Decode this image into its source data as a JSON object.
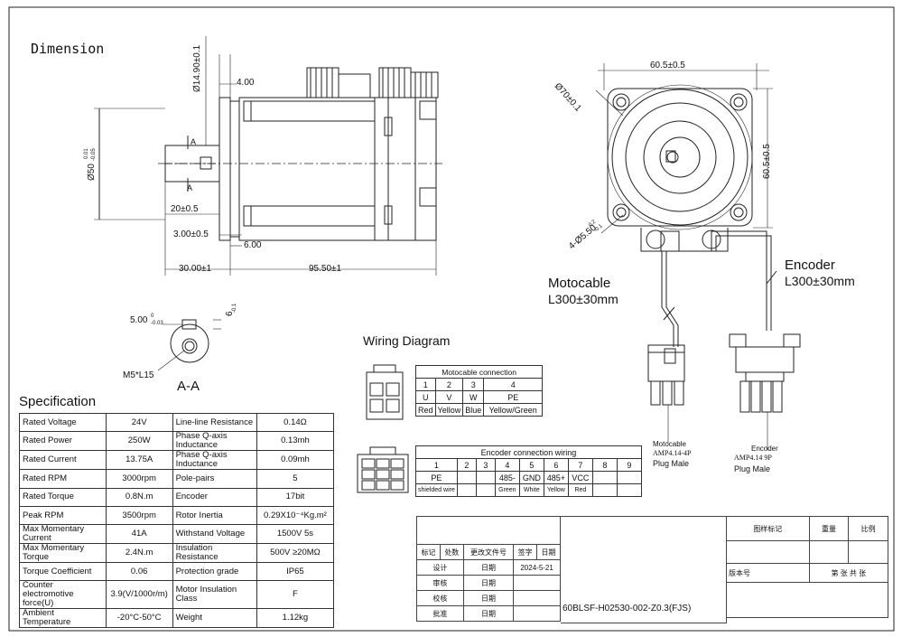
{
  "title": "Dimension",
  "dims": {
    "d_shaft": "Ø14.90±0.1",
    "d_4": "4.00",
    "d_50": "Ø50",
    "d_50_tol_top": "0.01",
    "d_50_tol_bot": "-0.05",
    "sec_a1": "A",
    "sec_a2": "A",
    "d_20": "20±0.5",
    "d_3": "3.00±0.5",
    "d_6": "6.00",
    "d_30": "30.00±1",
    "d_95": "95.50±1",
    "d_605_top": "60.5±0.5",
    "d_605_side": "60.5±0.5",
    "d_70": "Ø70±0.1",
    "d_holes": "4-Ø5.50",
    "d_holes_tol_top": "0.2",
    "d_holes_tol_bot": "-0.1",
    "key_w": "5.00",
    "key_w_tol_top": "0",
    "key_w_tol_bot": "-0.03",
    "key_h": "6",
    "key_h_tol": "-0.1",
    "m5": "M5*L15",
    "aa": "A-A"
  },
  "motocable": {
    "label": "Motocable",
    "length": "L300±30mm",
    "plug_name": "Motocable",
    "plug_model": "AMP4.14-4P",
    "plug_type": "Plug Male"
  },
  "encoder": {
    "label": "Encoder",
    "length": "L300±30mm",
    "plug_name": "Encoder",
    "plug_model": "AMP4.14 9P",
    "plug_type": "Plug Male"
  },
  "wiring": {
    "title": "Wiring Diagram",
    "moto_title": "Motocable connection",
    "moto_pins": [
      "1",
      "2",
      "3",
      "4"
    ],
    "moto_names": [
      "U",
      "V",
      "W",
      "PE"
    ],
    "moto_colors": [
      "Red",
      "Yellow",
      "Blue",
      "Yellow/Green"
    ],
    "enc_title": "Encoder connection wiring",
    "enc_pins": [
      "1",
      "2",
      "3",
      "4",
      "5",
      "6",
      "7",
      "8",
      "9"
    ],
    "enc_names": [
      "PE",
      "",
      "",
      "485-",
      "GND",
      "485+",
      "VCC",
      "",
      ""
    ],
    "enc_colors": [
      "shielded wire",
      "",
      "",
      "Green",
      "White",
      "Yellow",
      "Red",
      "",
      ""
    ]
  },
  "spec": {
    "title": "Specification",
    "rows": [
      [
        "Rated Voltage",
        "24V",
        "Line-line Resistance",
        "0.14Ω"
      ],
      [
        "Rated Power",
        "250W",
        "Phase Q-axis Inductance",
        "0.13mh"
      ],
      [
        "Rated Current",
        "13.75A",
        "Phase Q-axis Inductance",
        "0.09mh"
      ],
      [
        "Rated RPM",
        "3000rpm",
        "Pole-pairs",
        "5"
      ],
      [
        "Rated Torque",
        "0.8N.m",
        "Encoder",
        "17bit"
      ],
      [
        "Peak RPM",
        "3500rpm",
        "Rotor Inertia",
        "0.29X10⁻⁴Kg.m²"
      ],
      [
        "Max Momentary Current",
        "41A",
        "Withstand Voltage",
        "1500V 5s"
      ],
      [
        "Max Momentary Torque",
        "2.4N.m",
        "Insulation Resistance",
        "500V ≥20MΩ"
      ],
      [
        "Torque Coefficient",
        "0.06",
        "Protection grade",
        "IP65"
      ],
      [
        "Counter electromotive force(U)",
        "3.9(V/1000r/m)",
        "Motor Insulation Class",
        "F"
      ],
      [
        "Ambient Temperature",
        "-20°C-50°C",
        "Weight",
        "1.12kg"
      ]
    ]
  },
  "titleblock": {
    "mark_a": "图样标记",
    "weight": "重量",
    "scale": "比例",
    "col_mark": "标记",
    "col_count": "处数",
    "col_doc": "更改文件号",
    "col_sign": "签字",
    "col_date": "日期",
    "design": "设计",
    "date_label": "日期",
    "date_value": "2024-5-21",
    "review": "审核",
    "check": "校核",
    "approve": "批准",
    "version": "版本号",
    "page": "第  张  共  张",
    "drawing_no": "60BLSF-H02530-002-Z0.3(FJS)"
  }
}
